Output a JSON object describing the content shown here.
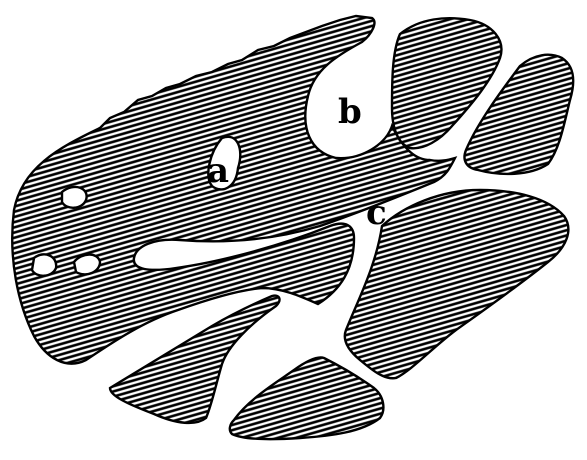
{
  "labels": {
    "a": "a",
    "b": "b",
    "c": "c"
  },
  "colors": {
    "ink": "#000000",
    "paper": "#ffffff"
  }
}
